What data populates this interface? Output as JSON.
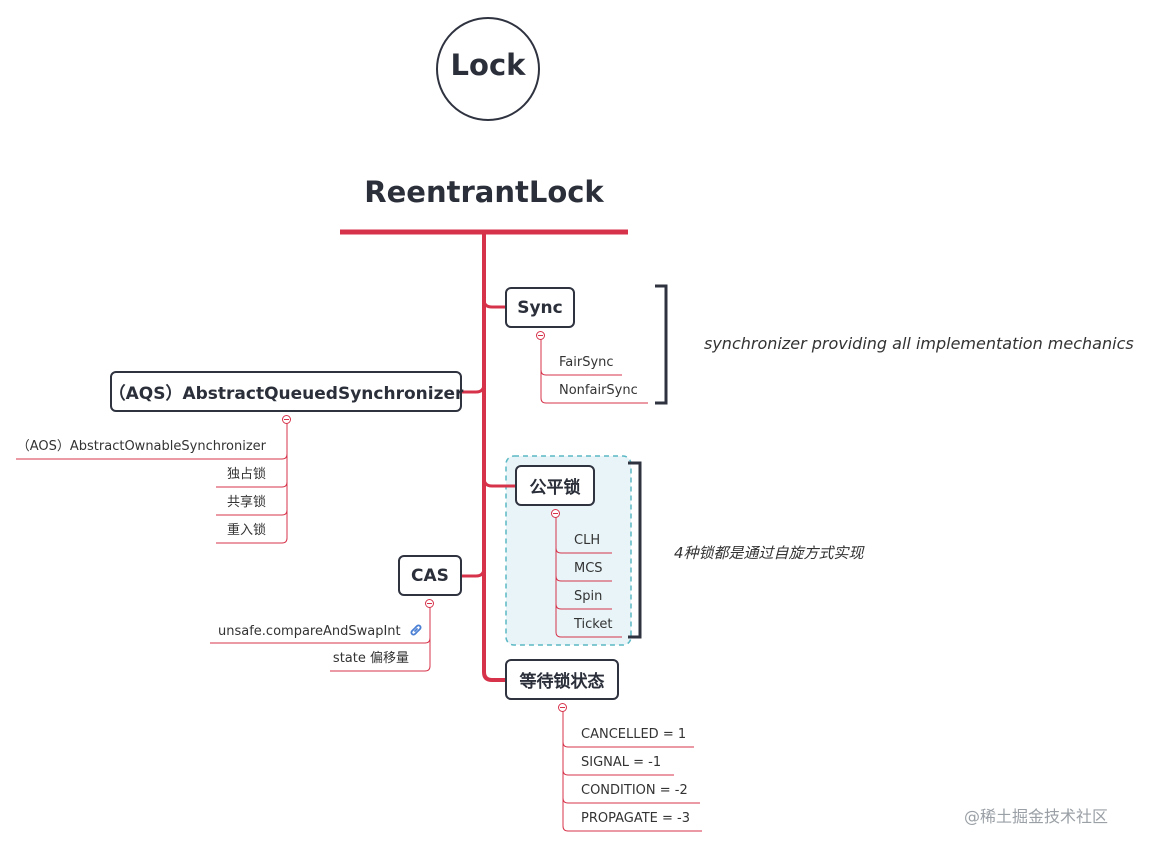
{
  "lock_label": "Lock",
  "root": "ReentrantLock",
  "sync": {
    "label": "Sync",
    "children": [
      "FairSync",
      "NonfairSync"
    ],
    "note": "synchronizer providing all implementation mechanics"
  },
  "aqs": {
    "label": "（AQS）AbstractQueuedSynchronizer",
    "children": [
      "（AOS）AbstractOwnableSynchronizer",
      "独占锁",
      "共享锁",
      "重入锁"
    ]
  },
  "fair": {
    "label": "公平锁",
    "children": [
      "CLH",
      "MCS",
      "Spin",
      "Ticket"
    ],
    "note": "4种锁都是通过自旋方式实现"
  },
  "cas": {
    "label": "CAS",
    "children": [
      "unsafe.compareAndSwapInt",
      "state 偏移量"
    ]
  },
  "wait": {
    "label": "等待锁状态",
    "children": [
      "CANCELLED = 1",
      "SIGNAL = -1",
      "CONDITION = -2",
      "PROPAGATE = -3"
    ]
  },
  "watermark": "@稀土掘金技术社区",
  "colors": {
    "branch": "#d6334b",
    "node_border": "#2f3340",
    "text": "#2b2f3a",
    "highlight_fill": "#e8f4f8",
    "highlight_border": "#5bb8c4"
  },
  "icons": {
    "link": "link-icon"
  }
}
